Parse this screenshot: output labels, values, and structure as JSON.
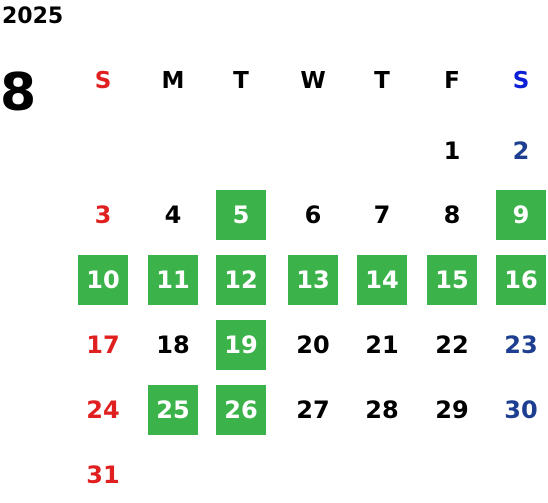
{
  "calendar": {
    "year": "2025",
    "month": "8",
    "weekdays": [
      "S",
      "M",
      "T",
      "W",
      "T",
      "F",
      "S"
    ],
    "highlight_color": "#3bb34a",
    "sunday_color": "#e02020",
    "saturday_color": "#1e3f91",
    "weeks": [
      [
        null,
        null,
        null,
        null,
        null,
        "1",
        "2"
      ],
      [
        "3",
        "4",
        "5",
        "6",
        "7",
        "8",
        "9"
      ],
      [
        "10",
        "11",
        "12",
        "13",
        "14",
        "15",
        "16"
      ],
      [
        "17",
        "18",
        "19",
        "20",
        "21",
        "22",
        "23"
      ],
      [
        "24",
        "25",
        "26",
        "27",
        "28",
        "29",
        "30"
      ],
      [
        "31",
        null,
        null,
        null,
        null,
        null,
        null
      ]
    ],
    "highlighted_days": [
      "5",
      "9",
      "10",
      "11",
      "12",
      "13",
      "14",
      "15",
      "16",
      "19",
      "25",
      "26"
    ]
  }
}
